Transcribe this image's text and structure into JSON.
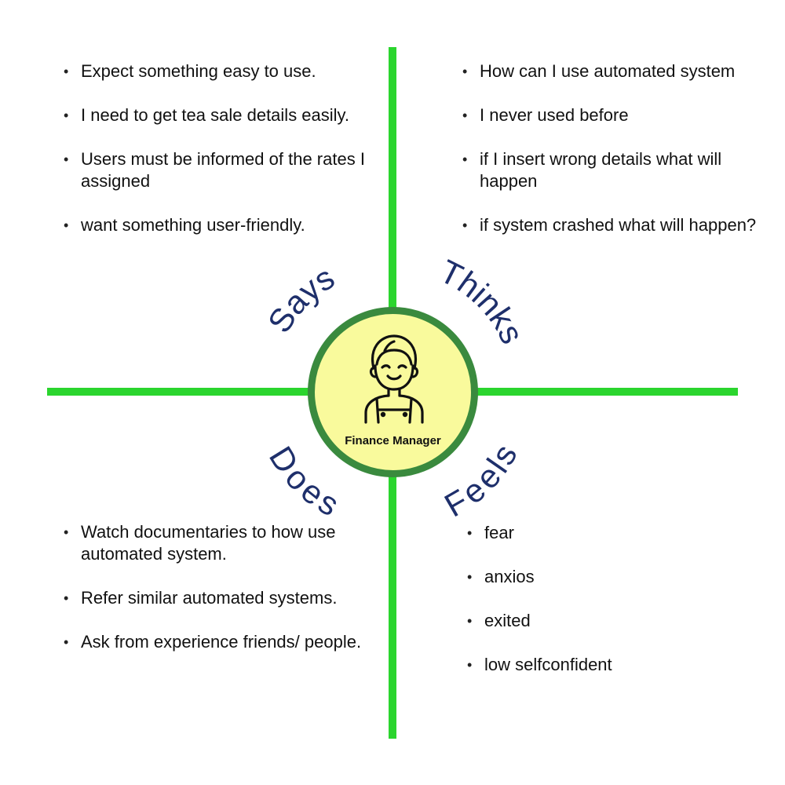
{
  "colors": {
    "axis": "#2bd52e",
    "circle_fill": "#f9fa9c",
    "circle_border": "#3a8a3e",
    "label_text": "#1e2f6b",
    "body_text": "#111111"
  },
  "persona": {
    "icon": "worker-avatar-icon",
    "label": "Finance Manager"
  },
  "quadrant_titles": {
    "says": "Says",
    "thinks": "Thinks",
    "does": "Does",
    "feels": "Feels"
  },
  "says_items": [
    "Expect something easy to use.",
    "I need to get tea sale details easily.",
    "Users must be informed of the rates I assigned",
    "want something user-friendly."
  ],
  "thinks_items": [
    "How can I use automated system",
    "I never used before",
    "if I insert wrong details what will happen",
    "if system crashed what will happen?"
  ],
  "does_items": [
    "Watch documentaries to how use automated system.",
    "Refer similar automated systems.",
    "Ask from experience friends/ people."
  ],
  "feels_items": [
    "fear",
    "anxios",
    "exited",
    "low selfconfident"
  ]
}
